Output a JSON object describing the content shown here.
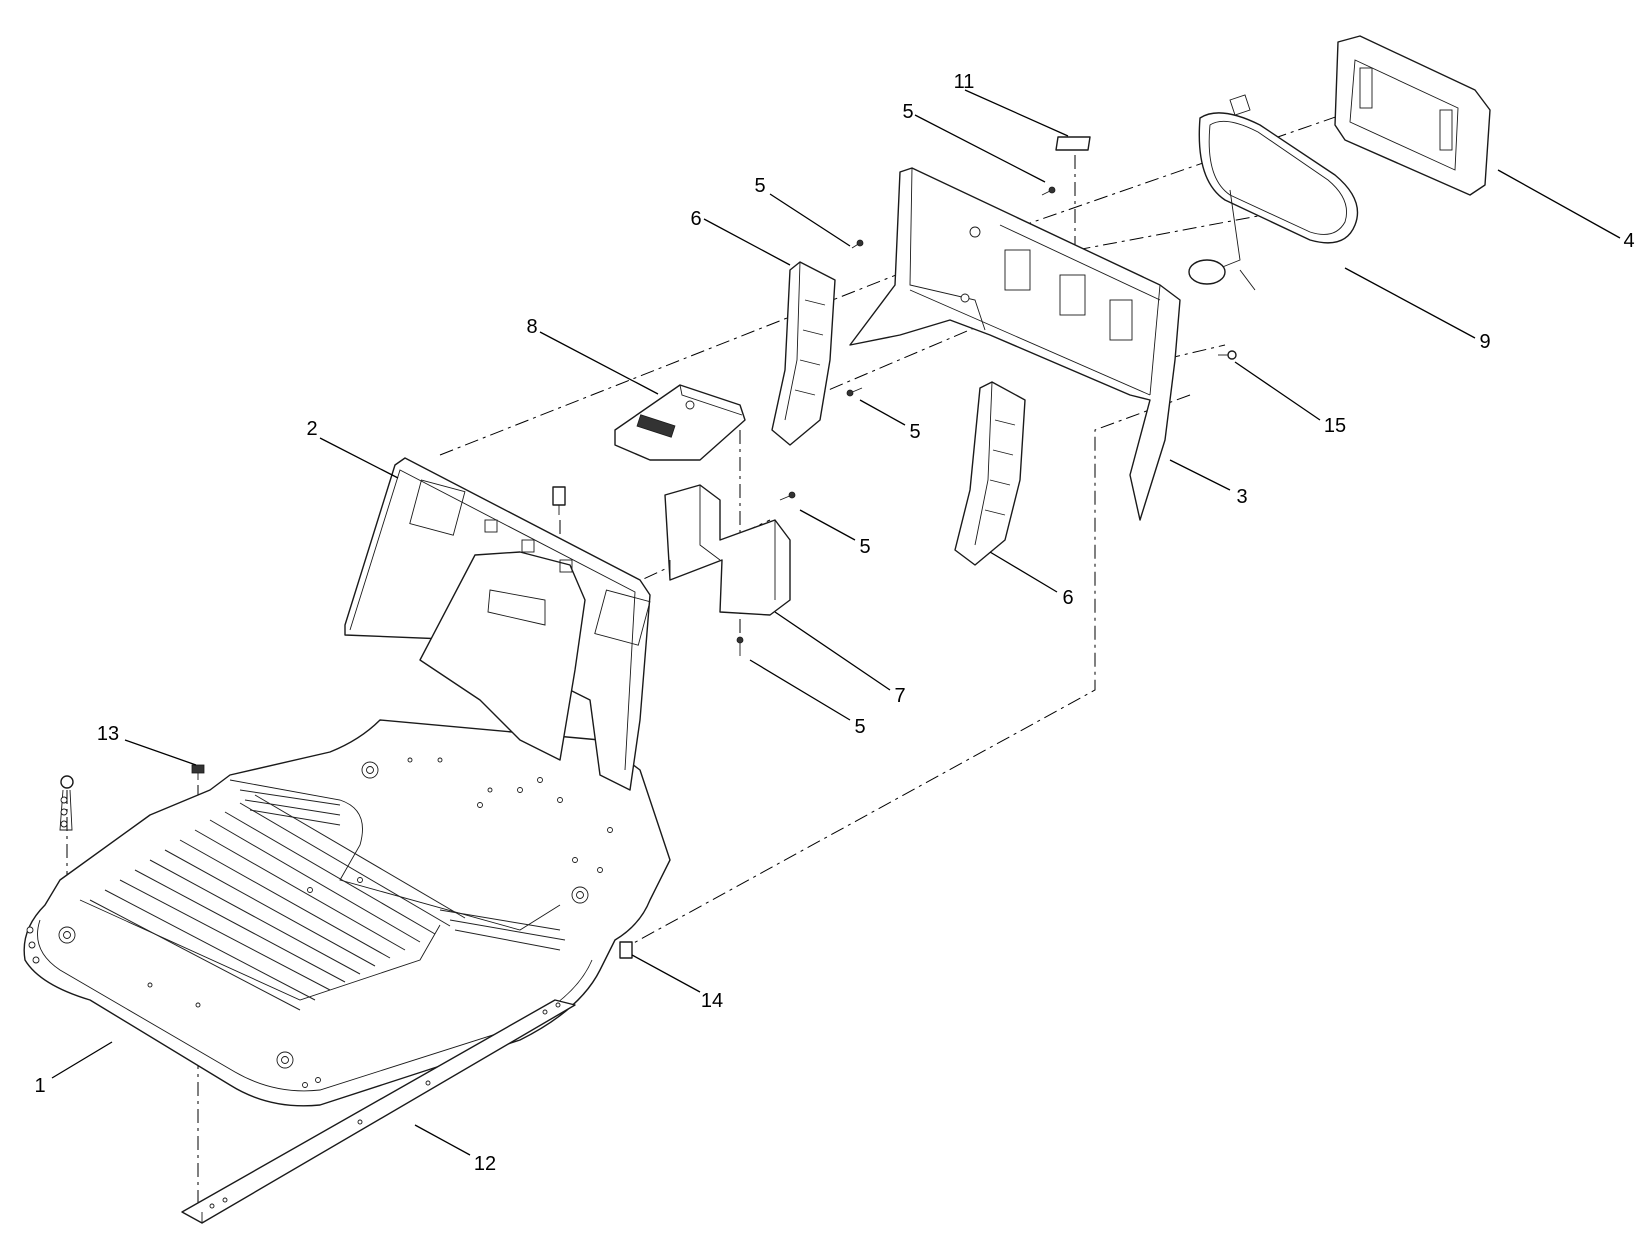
{
  "callouts": {
    "c1": "1",
    "c2": "2",
    "c3": "3",
    "c4": "4",
    "c5a": "5",
    "c5b": "5",
    "c5c": "5",
    "c5d": "5",
    "c5e": "5",
    "c6a": "6",
    "c6b": "6",
    "c7": "7",
    "c8": "8",
    "c9": "9",
    "c11": "11",
    "c12": "12",
    "c13": "13",
    "c14": "14",
    "c15": "15"
  },
  "colors": {
    "line": "#1a1a1a",
    "background": "#ffffff"
  }
}
